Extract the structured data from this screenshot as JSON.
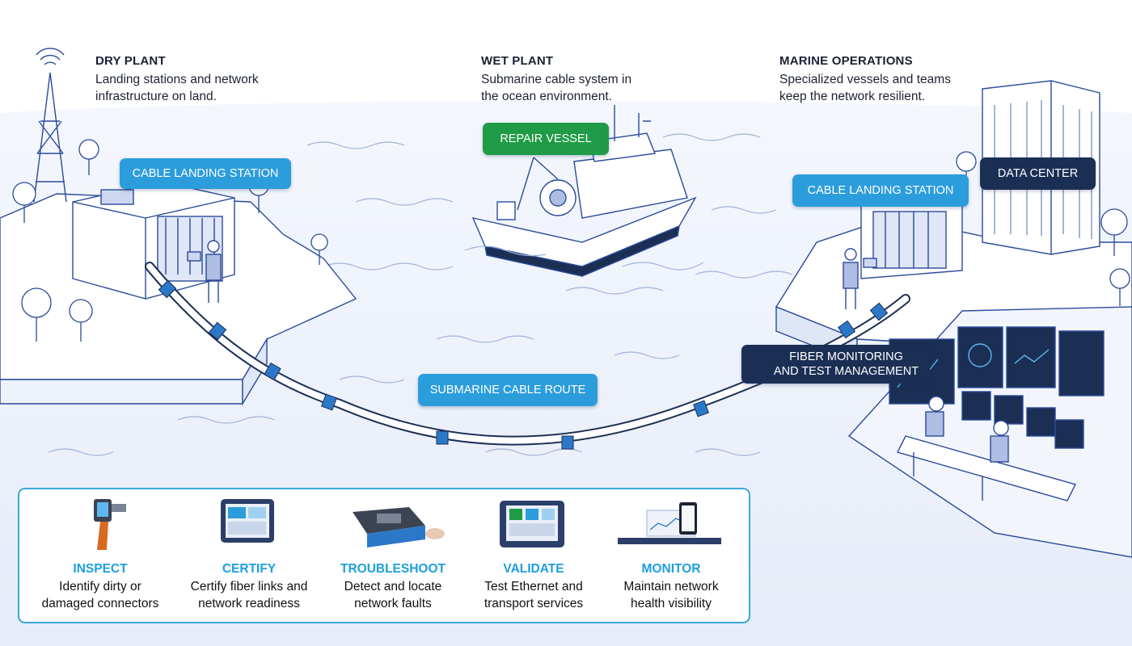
{
  "sections": {
    "dry": {
      "title": "DRY PLANT",
      "desc1": "Landing stations and network",
      "desc2": "infrastructure on land."
    },
    "wet": {
      "title": "WET PLANT",
      "desc1": "Submarine cable system in",
      "desc2": "the ocean environment."
    },
    "marine": {
      "title": "MARINE OPERATIONS",
      "desc1": "Specialized vessels and teams",
      "desc2": "keep the network resilient."
    }
  },
  "labels": {
    "landing_left": "CABLE LANDING STATION",
    "repair_vessel": "REPAIR VESSEL",
    "landing_right": "CABLE LANDING STATION",
    "data_center": "DATA CENTER",
    "fiber_line1": "FIBER MONITORING",
    "fiber_line2": "AND TEST MANAGEMENT",
    "submarine_route": "SUBMARINE CABLE ROUTE"
  },
  "tools": [
    {
      "title": "INSPECT",
      "line1": "Identify dirty or",
      "line2": "damaged connectors",
      "icon": "inspection-probe-icon"
    },
    {
      "title": "CERTIFY",
      "line1": "Certify fiber links and",
      "line2": "network readiness",
      "icon": "certification-tester-icon"
    },
    {
      "title": "TROUBLESHOOT",
      "line1": "Detect and locate",
      "line2": "network faults",
      "icon": "otdr-module-icon"
    },
    {
      "title": "VALIDATE",
      "line1": "Test Ethernet and",
      "line2": "transport services",
      "icon": "ethernet-tester-icon"
    },
    {
      "title": "MONITOR",
      "line1": "Maintain network",
      "line2": "health visibility",
      "icon": "monitoring-system-icon"
    }
  ],
  "colors": {
    "light_blue": "#2c9ddc",
    "navy": "#1b2f55",
    "green": "#1f9b47",
    "tool_title": "#1d9fe0",
    "line_art": "#2b4a9a"
  }
}
